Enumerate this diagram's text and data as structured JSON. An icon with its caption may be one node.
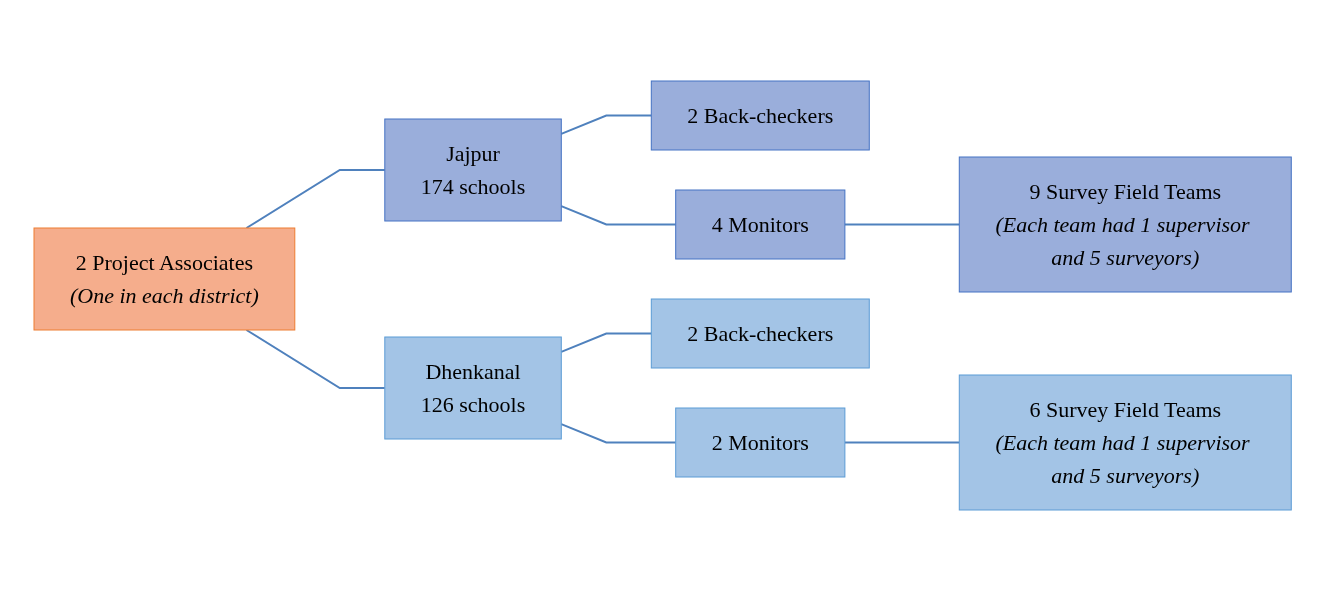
{
  "diagram": {
    "nodes": [
      {
        "text": [
          "2 Project Associates",
          "(One in each district)"
        ]
      },
      {
        "text": [
          "Jajpur",
          "174 schools"
        ]
      },
      {
        "text": [
          "2 Back-checkers"
        ]
      },
      {
        "text": [
          "4 Monitors"
        ]
      },
      {
        "text": [
          "9 Survey Field Teams",
          "(Each team had 1 supervisor and 5 surveyors)"
        ]
      },
      {
        "text": [
          "Dhenkanal",
          "126 schools"
        ]
      },
      {
        "text": [
          "2 Back-checkers"
        ]
      },
      {
        "text": [
          "2 Monitors"
        ]
      },
      {
        "text": [
          "6 Survey Field Teams",
          "(Each team had 1 supervisor and 5 surveyors)"
        ]
      }
    ],
    "edges": [
      {
        "from": 0,
        "to": 1,
        "arrow": "none"
      },
      {
        "from": 0,
        "to": 5,
        "arrow": "none"
      },
      {
        "from": 1,
        "to": 2,
        "arrow": "none"
      },
      {
        "from": 1,
        "to": 3,
        "arrow": "none"
      },
      {
        "from": 3,
        "to": 4,
        "arrow": "none"
      },
      {
        "from": 5,
        "to": 6,
        "arrow": "none"
      },
      {
        "from": 5,
        "to": 7,
        "arrow": "none"
      },
      {
        "from": 7,
        "to": 8,
        "arrow": "none"
      }
    ]
  }
}
